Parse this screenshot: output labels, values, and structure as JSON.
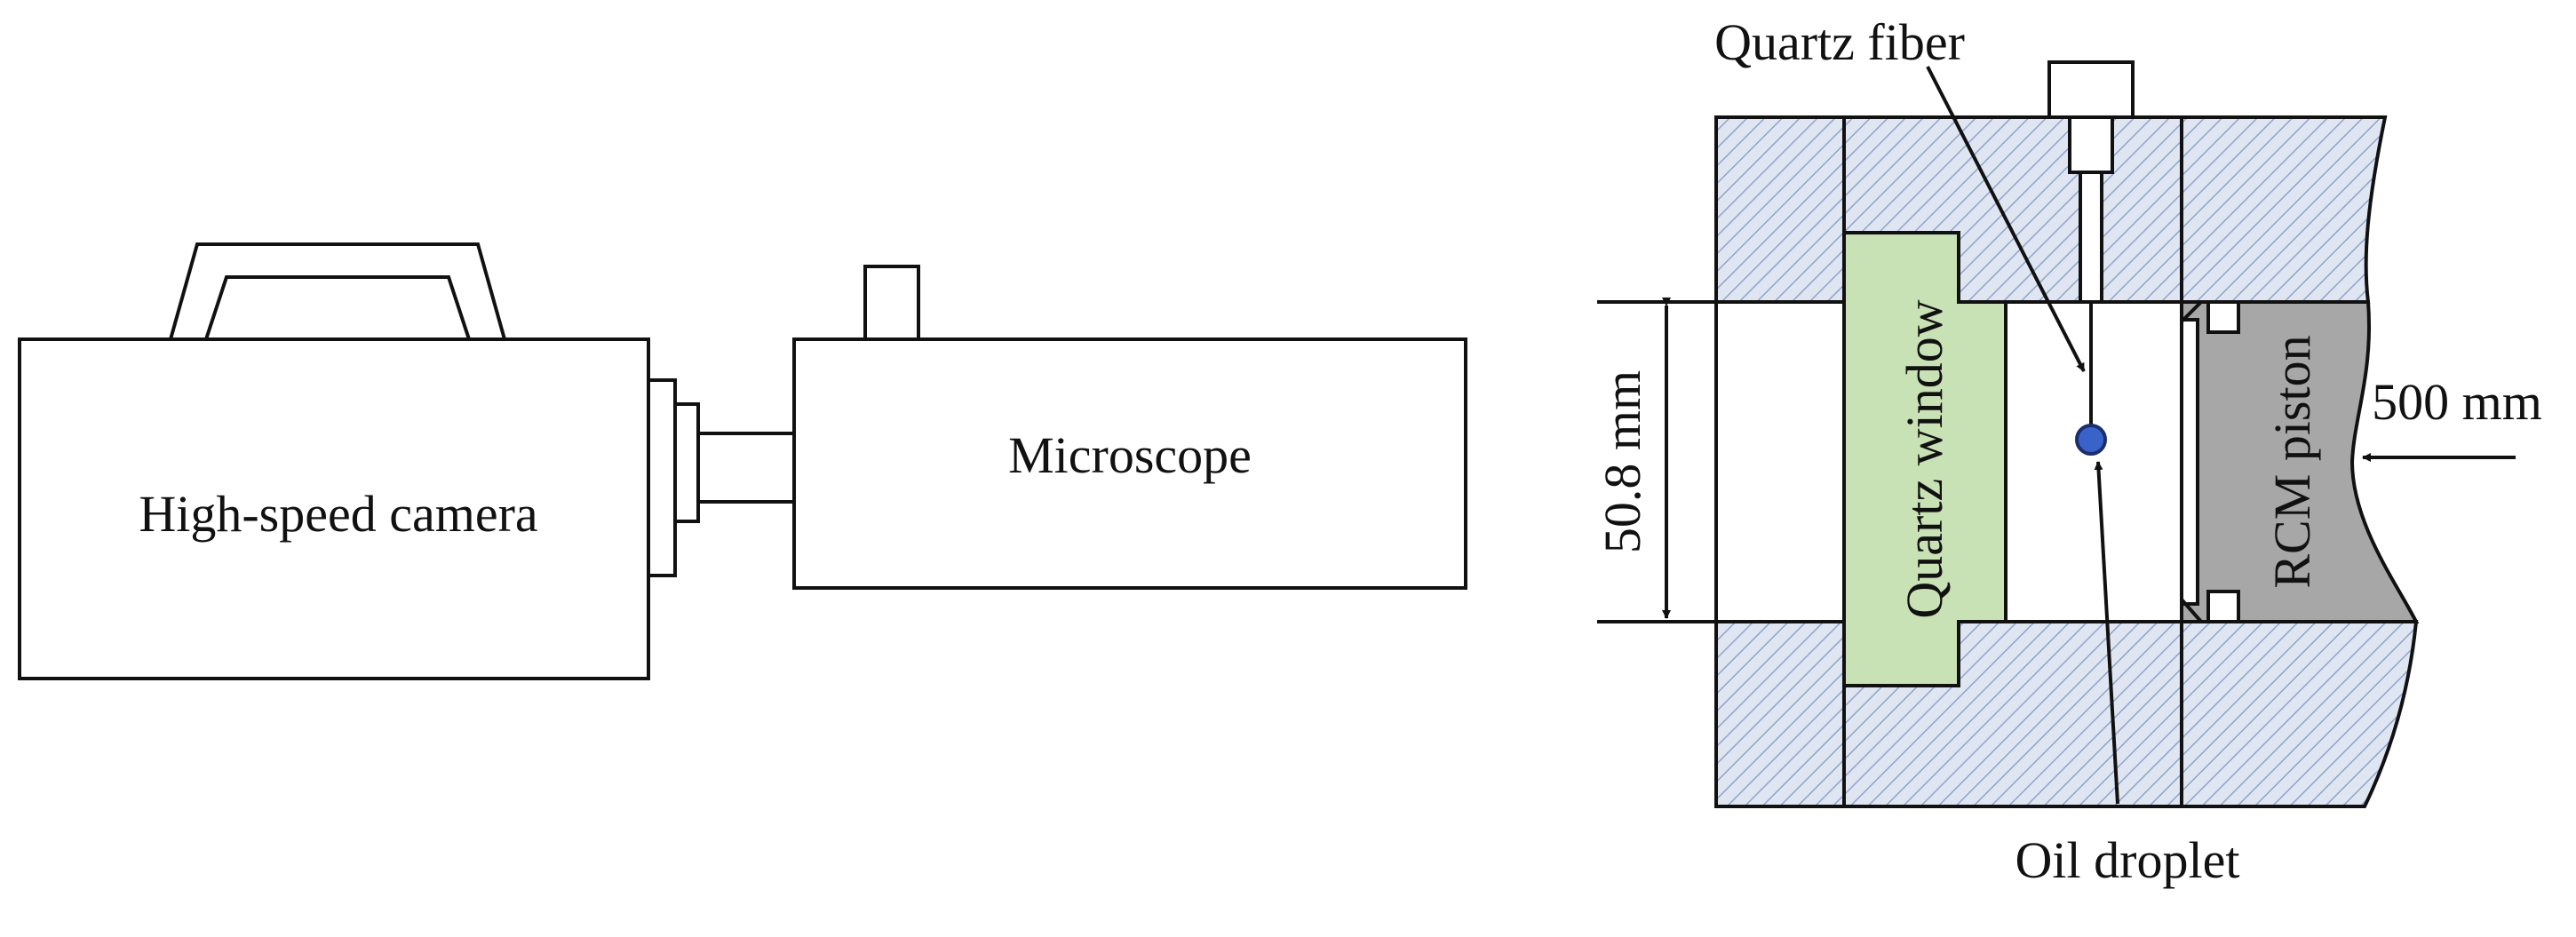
{
  "camera": {
    "label": "High-speed camera"
  },
  "microscope": {
    "label": "Microscope"
  },
  "chamber": {
    "window_label": "Quartz window",
    "piston_label": "RCM piston",
    "fiber_label": "Quartz fiber",
    "droplet_label": "Oil droplet",
    "bore_dimension": "50.8 mm",
    "stroke_dimension": "500 mm"
  },
  "colors": {
    "outline": "#111111",
    "wall_hatch_bg": "#dfe6f2",
    "wall_hatch_line": "#8fa3c9",
    "quartz_window_fill": "#c8e1b5",
    "piston_fill": "#a7a7a7",
    "droplet_fill": "#3a63c9",
    "droplet_stroke": "#1a2f6e"
  }
}
